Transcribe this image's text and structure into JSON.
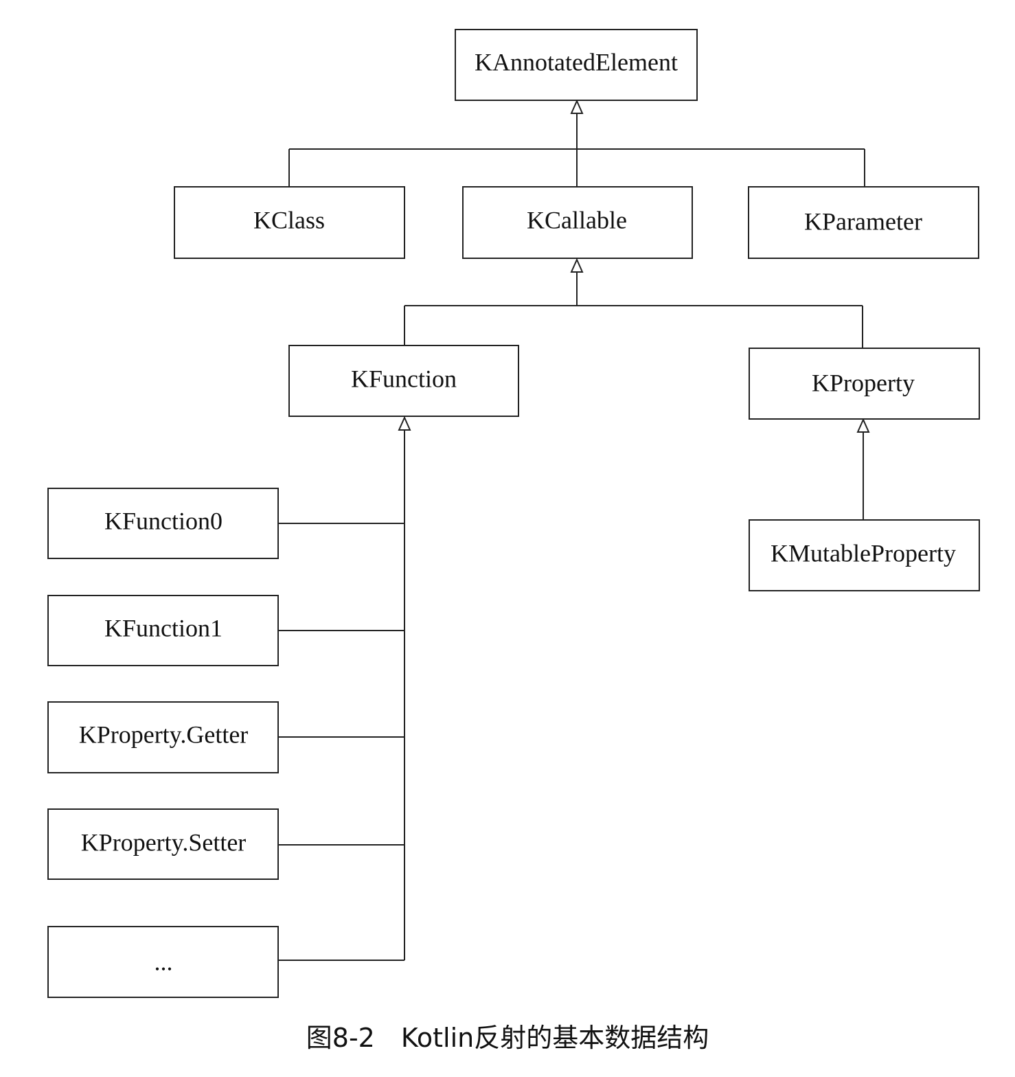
{
  "diagram": {
    "nodes": {
      "annotated": "KAnnotatedElement",
      "kclass": "KClass",
      "kcallable": "KCallable",
      "kparameter": "KParameter",
      "kfunction": "KFunction",
      "kproperty": "KProperty",
      "kfunction0": "KFunction0",
      "kfunction1": "KFunction1",
      "getter": "KProperty.Getter",
      "setter": "KProperty.Setter",
      "more": "...",
      "mutable": "KMutableProperty"
    },
    "inheritance": [
      {
        "child": "KClass",
        "parent": "KAnnotatedElement"
      },
      {
        "child": "KCallable",
        "parent": "KAnnotatedElement"
      },
      {
        "child": "KParameter",
        "parent": "KAnnotatedElement"
      },
      {
        "child": "KFunction",
        "parent": "KCallable"
      },
      {
        "child": "KProperty",
        "parent": "KCallable"
      },
      {
        "child": "KFunction0",
        "parent": "KFunction"
      },
      {
        "child": "KFunction1",
        "parent": "KFunction"
      },
      {
        "child": "KProperty.Getter",
        "parent": "KFunction"
      },
      {
        "child": "KProperty.Setter",
        "parent": "KFunction"
      },
      {
        "child": "...",
        "parent": "KFunction"
      },
      {
        "child": "KMutableProperty",
        "parent": "KProperty"
      }
    ]
  },
  "caption": "图8-2　Kotlin反射的基本数据结构"
}
